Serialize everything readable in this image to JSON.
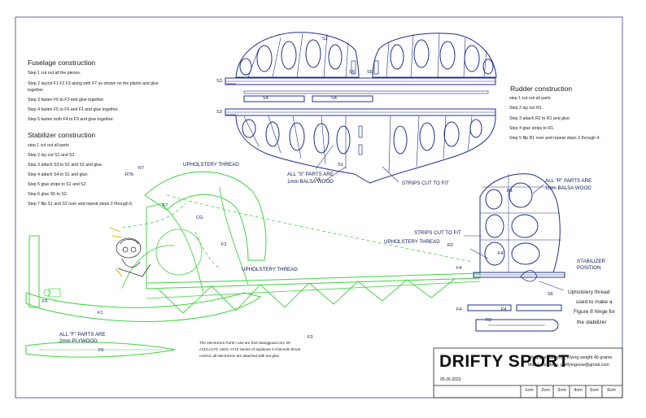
{
  "fuselage": {
    "heading": "Fuselage construction",
    "steps": [
      "Step 1 cut out all the pieces.",
      "Step 2 layout F1 F2 F3 along with F7 as shown on the plants and glue",
      "together.",
      "Step 3 fasten F6 to F3 and glue together.",
      "Step 4 fasten F5 to F6 and F1 and glue together.",
      "Step 5 fasten both F4 to F3 and glue together."
    ]
  },
  "stabilizer": {
    "heading": "Stabilizer construction",
    "steps": [
      "step 1 cut out all parts",
      "Step 2 lay out S1 and S2.",
      "Step 3 attach S3 to S1 and S2 and glue.",
      "Step 4 attach S4 to S1 and glue.",
      "Step 5 glue strips to S1 and S2.",
      "Step 6 glue S5 to S2.",
      "Step 7 flip S1 and S2 over and repeat steps 2 through 6."
    ]
  },
  "rudder": {
    "heading": "Rudder construction",
    "steps": [
      "step 1 cut out all parts",
      "Step 2 lay out R1.",
      "Step 3 attach R2 to R1 and glue.",
      "Step 4 glue strips to R1.",
      "Step 5 flip R1 over and repeat steps 2 through 4."
    ]
  },
  "labels": {
    "S2": "S2",
    "S3_top": "S3",
    "S3_bottom": "S3",
    "S4_a": "S4",
    "S4_b": "S4",
    "S4_c": "S4",
    "S5_a": "S5",
    "S5_b": "S5",
    "S1": "S1",
    "s_parts_1": "ALL \"S\" PARTS ARE",
    "s_parts_2": "1mm BALSA WOOD",
    "strips_stab": "STRIPS CUT TO FIT",
    "R1": "R1",
    "r_parts_1": "ALL \"R\" PARTS ARE",
    "r_parts_2": "1mm BALSA WOOD",
    "strips_rudder": "STRIPS CUT TO FIT",
    "R2_a": "R2",
    "R2_b": "R2",
    "R7": "R7",
    "R7b": "R7b",
    "F7": "F7",
    "CG": "CG",
    "F2": "F2",
    "F5": "F5",
    "F1": "F1",
    "F3": "F3",
    "F4_a": "F4",
    "F4_b": "F4",
    "F4_c": "F4",
    "F4_d": "F4",
    "F6": "F6",
    "S6": "S6",
    "upholstery_1": "UPHOLSTERY THREAD",
    "upholstery_2": "UPHOLSTERY THREAD",
    "upholstery_3": "UPHOLSTERY THREAD",
    "stab_pos_1": "STABILIZER",
    "stab_pos_2": "POSITION",
    "f_parts_1": "ALL \"F\" PARTS ARE",
    "f_parts_2": "2mm  PLYWOOD",
    "hinge_1": "Upholstery thread",
    "hinge_2": "used to make a",
    "hinge_3": "Figure 8 hinge for",
    "hinge_4": "the stabilizer"
  },
  "electronics_note": [
    "The electronics Parts I use are from Banggood.com XK",
    "A110,A170, A510, A710 Series of airplanes 3 channels thrust",
    "control. all electronics are attached with hot glue"
  ],
  "title_block": {
    "title": "DRIFTY SPORT",
    "specs": "Wingspan 588 mm, Flying weight 46 grams",
    "author": "Matt Lounsbury,    gotflyingnow@gmail.com",
    "date": "05-26-2023",
    "scale": [
      "1cm",
      "2cm",
      "3cm",
      "4cm",
      "5cm",
      "6cm"
    ]
  },
  "colors": {
    "blue_line": "#1f2f8c",
    "green_line": "#3fd33f",
    "border": "#222222"
  }
}
